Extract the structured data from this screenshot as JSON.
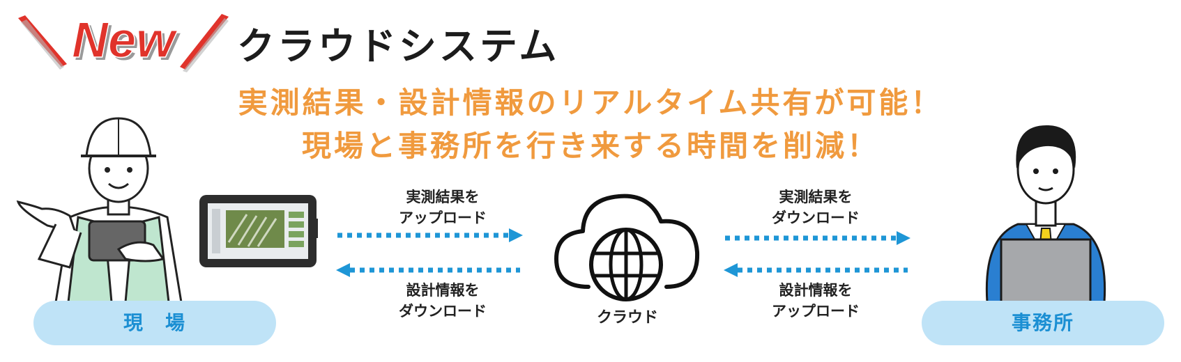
{
  "badge": {
    "text": "New"
  },
  "title": "クラウドシステム",
  "headline": {
    "line1": "実測結果・設計情報のリアルタイム共有が可能！",
    "line2": "現場と事務所を行き来する時間を削減！"
  },
  "site": {
    "label": "現　場"
  },
  "office": {
    "label": "事務所"
  },
  "cloud": {
    "label": "クラウド"
  },
  "flows": {
    "left_top": {
      "line1": "実測結果を",
      "line2": "アップロード"
    },
    "left_bottom": {
      "line1": "設計情報を",
      "line2": "ダウンロード"
    },
    "right_top": {
      "line1": "実測結果を",
      "line2": "ダウンロード"
    },
    "right_bottom": {
      "line1": "設計情報を",
      "line2": "アップロード"
    }
  },
  "colors": {
    "headline": "#f09a3e",
    "pill_bg": "#bfe3f7",
    "pill_text": "#1b8fd3",
    "arrow": "#1e96d6",
    "badge_red": "#e0332b",
    "worker_vest": "#bfe6cf",
    "office_suit": "#2a7fd1"
  }
}
